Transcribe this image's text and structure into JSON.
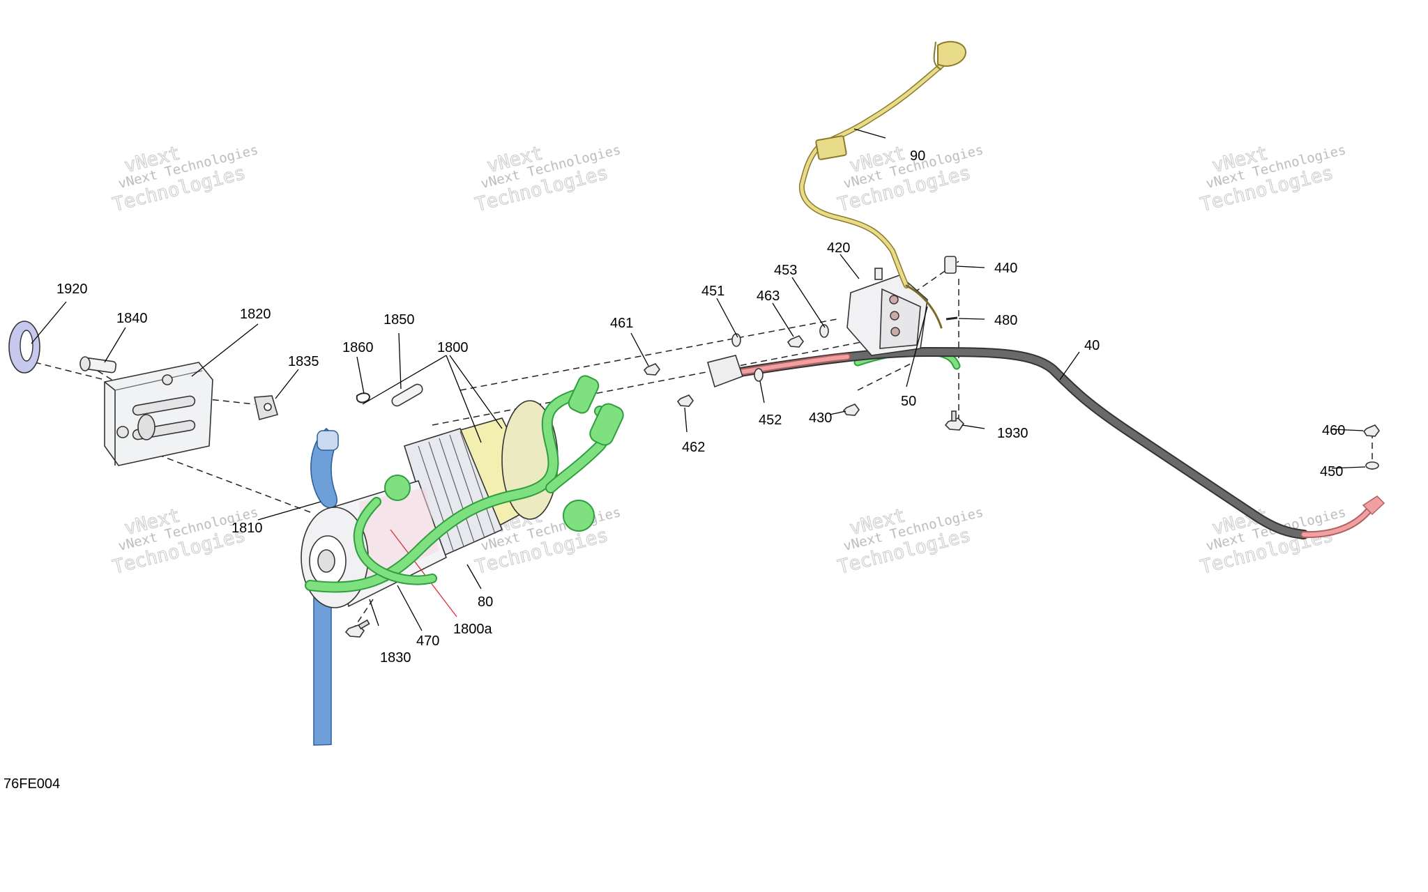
{
  "diagram_code": "76FE004",
  "watermark": {
    "brand": "vNext Technologies",
    "brand_top": "vNext",
    "brand_bottom": "Technologies"
  },
  "colors": {
    "ground_cable": "#7fe07f",
    "ground_outline": "#2e9e3e",
    "power_cable": "#6a6a6a",
    "power_lead_red": "#f0a0a0",
    "signal_harness": "#e8dc8a",
    "hook_strap": "#6f9fd8",
    "motor_body": "#f4f4f6",
    "drum_body": "#f2efb0"
  },
  "callouts": [
    {
      "key": "p1920",
      "label": "1920"
    },
    {
      "key": "p1840",
      "label": "1840"
    },
    {
      "key": "p1820",
      "label": "1820"
    },
    {
      "key": "p1835",
      "label": "1835"
    },
    {
      "key": "p1860",
      "label": "1860"
    },
    {
      "key": "p1850",
      "label": "1850"
    },
    {
      "key": "p1800",
      "label": "1800"
    },
    {
      "key": "p1810",
      "label": "1810"
    },
    {
      "key": "p1830",
      "label": "1830"
    },
    {
      "key": "p470",
      "label": "470"
    },
    {
      "key": "p1800a",
      "label": "1800a"
    },
    {
      "key": "p80",
      "label": "80"
    },
    {
      "key": "p461",
      "label": "461"
    },
    {
      "key": "p451",
      "label": "451"
    },
    {
      "key": "p463",
      "label": "463"
    },
    {
      "key": "p453",
      "label": "453"
    },
    {
      "key": "p420",
      "label": "420"
    },
    {
      "key": "p440",
      "label": "440"
    },
    {
      "key": "p480",
      "label": "480"
    },
    {
      "key": "p90",
      "label": "90"
    },
    {
      "key": "p462",
      "label": "462"
    },
    {
      "key": "p452",
      "label": "452"
    },
    {
      "key": "p430",
      "label": "430"
    },
    {
      "key": "p50",
      "label": "50"
    },
    {
      "key": "p1930",
      "label": "1930"
    },
    {
      "key": "p40",
      "label": "40"
    },
    {
      "key": "p460",
      "label": "460"
    },
    {
      "key": "p450",
      "label": "450"
    }
  ]
}
